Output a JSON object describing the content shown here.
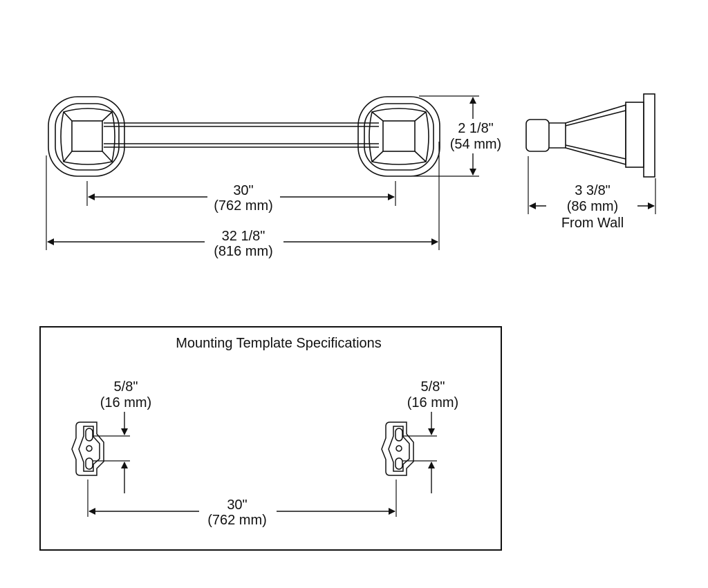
{
  "top_view": {
    "center_to_center": {
      "value": "30\"",
      "metric": "(762 mm)"
    },
    "overall_length": {
      "value": "32 1/8\"",
      "metric": "(816 mm)"
    },
    "height": {
      "value": "2 1/8\"",
      "metric": "(54 mm)"
    }
  },
  "side_view": {
    "projection": {
      "value": "3 3/8\"",
      "metric": "(86 mm)",
      "note": "From Wall"
    }
  },
  "mounting_template": {
    "title": "Mounting Template Specifications",
    "left_hole_spacing": {
      "value": "5/8\"",
      "metric": "(16 mm)"
    },
    "right_hole_spacing": {
      "value": "5/8\"",
      "metric": "(16 mm)"
    },
    "center_to_center": {
      "value": "30\"",
      "metric": "(762 mm)"
    }
  }
}
